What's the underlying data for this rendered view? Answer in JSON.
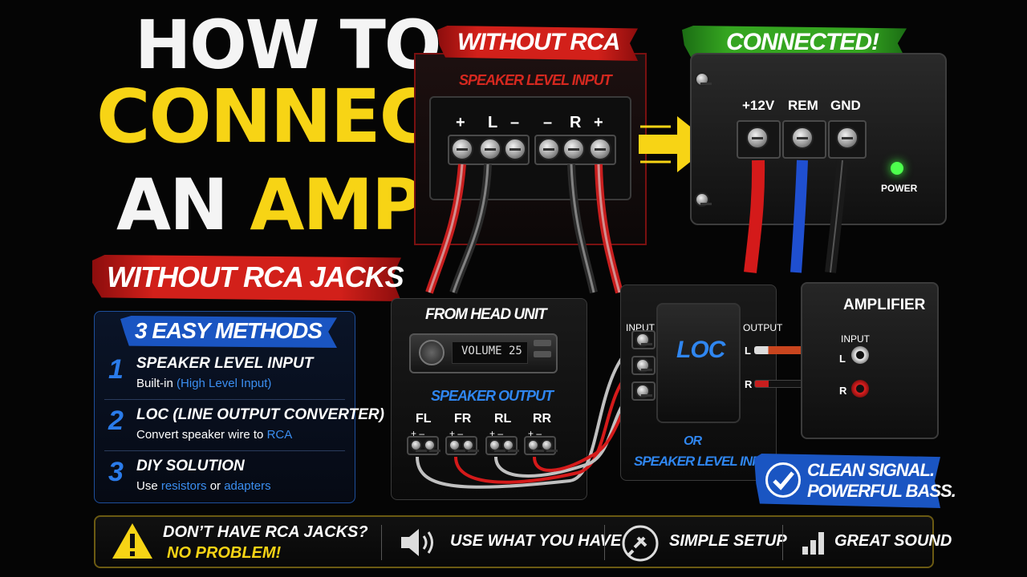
{
  "title": {
    "line1": "HOW TO",
    "line2": "CONNECT",
    "line3_a": "AN",
    "line3_b": "AMP",
    "subtitle": "WITHOUT RCA JACKS"
  },
  "methods": {
    "heading": "3 EASY METHODS",
    "items": [
      {
        "num": "1",
        "title": "SPEAKER LEVEL INPUT",
        "sub_a": "Built-in ",
        "sub_hl": "(High Level Input)",
        "sub_b": "",
        "sub_hl2": ""
      },
      {
        "num": "2",
        "title": "LOC (LINE OUTPUT CONVERTER)",
        "sub_a": "Convert speaker wire to ",
        "sub_hl": "RCA",
        "sub_b": "",
        "sub_hl2": ""
      },
      {
        "num": "3",
        "title": "DIY SOLUTION",
        "sub_a": "Use ",
        "sub_hl": "resistors",
        "sub_b": " or ",
        "sub_hl2": "adapters"
      }
    ]
  },
  "without_rca": {
    "banner": "WITHOUT RCA",
    "label": "SPEAKER LEVEL INPUT",
    "terminals": [
      "+",
      "L",
      "–",
      "–",
      "R",
      "+"
    ]
  },
  "connected": {
    "banner": "CONNECTED!",
    "terminals": [
      "+12V",
      "REM",
      "GND"
    ],
    "power_label": "POWER"
  },
  "head_unit": {
    "title": "FROM HEAD UNIT",
    "display": "VOLUME  25",
    "output_label": "SPEAKER OUTPUT",
    "channels": [
      "FL",
      "FR",
      "RL",
      "RR"
    ],
    "polarity": "+ –"
  },
  "loc": {
    "input_label": "INPUT",
    "output_label": "OUTPUT",
    "name": "LOC",
    "l": "L",
    "r": "R",
    "or": "OR",
    "alt": "SPEAKER LEVEL INPUT"
  },
  "amplifier": {
    "title": "AMPLIFIER",
    "input_label": "INPUT",
    "l": "L",
    "r": "R"
  },
  "badge": {
    "line1": "CLEAN SIGNAL.",
    "line2": "POWERFUL BASS."
  },
  "bottom_bar": {
    "warn_1": "DON’T HAVE RCA JACKS?",
    "warn_2": "NO PROBLEM!",
    "item_1": "USE WHAT YOU HAVE",
    "item_2": "SIMPLE SETUP",
    "item_3": "GREAT SOUND"
  },
  "colors": {
    "accent_yellow": "#f7d415",
    "accent_red": "#d2201a",
    "accent_green": "#35a520",
    "accent_blue": "#2f86f0"
  }
}
